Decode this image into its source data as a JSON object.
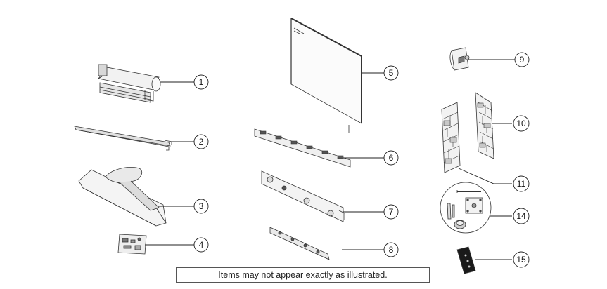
{
  "note": "Items may not appear exactly as illustrated.",
  "callouts": [
    {
      "id": "1",
      "part": "motor-roller-assembly"
    },
    {
      "id": "2",
      "part": "bottom-rail"
    },
    {
      "id": "3",
      "part": "stand"
    },
    {
      "id": "4",
      "part": "control-board"
    },
    {
      "id": "5",
      "part": "glass-panel"
    },
    {
      "id": "6",
      "part": "led-strip"
    },
    {
      "id": "7",
      "part": "burner-bracket"
    },
    {
      "id": "8",
      "part": "light-strip"
    },
    {
      "id": "9",
      "part": "receiver-box"
    },
    {
      "id": "10",
      "part": "brick-panel-right"
    },
    {
      "id": "11",
      "part": "brick-panel-left"
    },
    {
      "id": "14",
      "part": "hardware-kit"
    },
    {
      "id": "15",
      "part": "remote-control"
    }
  ]
}
